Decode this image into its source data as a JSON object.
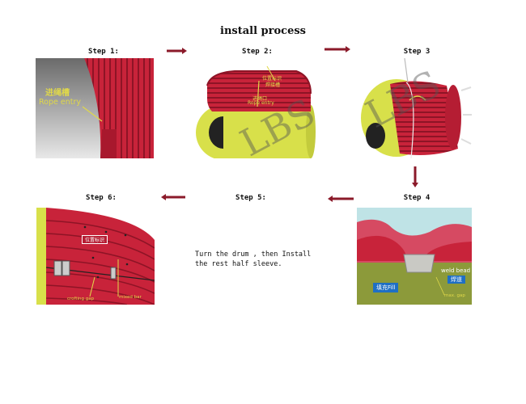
{
  "title": "install process",
  "steps": {
    "s1": {
      "label": "Step 1:",
      "zh": "进绳槽",
      "en": "Rope entry"
    },
    "s2": {
      "label": "Step 2:",
      "zh_top": "位置标识",
      "zh_top2": "焊接槽",
      "zh_mid": "进绳口",
      "en_mid": "Rope entry"
    },
    "s3": {
      "label": "Step 3"
    },
    "s4": {
      "label": "Step 4",
      "weld": "weld bead",
      "weld_zh": "焊道",
      "fill_btn": "填充Fill",
      "max_gap": "max. gap"
    },
    "s5": {
      "label": "Step 5:",
      "text": "Turn the drum , then Install the rest half sleeve."
    },
    "s6": {
      "label": "Step 6:",
      "tag": "位置标识",
      "left": "crofting gap",
      "right": "mixed bar"
    }
  },
  "watermark": "LBS",
  "colors": {
    "rope": "#c8233a",
    "flange": "#d8e04a",
    "arrow": "#8b1a2a"
  }
}
